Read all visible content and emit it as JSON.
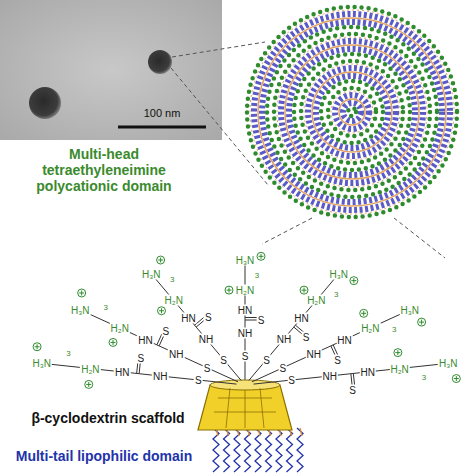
{
  "diagram": {
    "labels": [
      "100 nm",
      "Multi-head tetraethyleneimine polycationic domain",
      "β-cyclodextrin scaffold",
      "Multi-tail lipophilic domain",
      "S",
      "NH",
      "S",
      "HN",
      "H₂N",
      "3",
      "H₃N",
      "S",
      "NH",
      "S",
      "HN",
      "H₂N",
      "3",
      "H₃N",
      "S",
      "NH",
      "S",
      "HN",
      "H₂N",
      "3",
      "H₃N",
      "S",
      "NH",
      "S",
      "HN",
      "H₂N",
      "3",
      "H₃N",
      "S",
      "NH",
      "S",
      "HN",
      "H₂N",
      "3",
      "H₃N",
      "S",
      "NH",
      "S",
      "HN",
      "H₂N",
      "3",
      "H₃N",
      "S",
      "NH",
      "S",
      "HN",
      "H₂N",
      "3",
      "H₃N"
    ]
  }
}
